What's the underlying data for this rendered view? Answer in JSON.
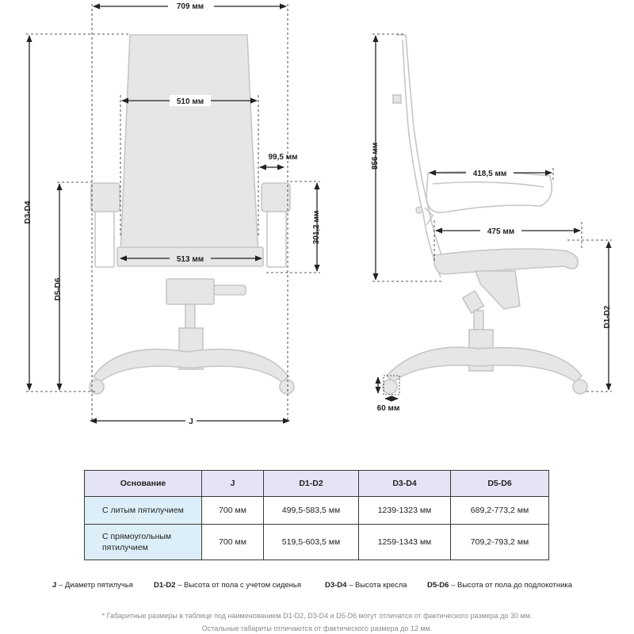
{
  "dimensions": {
    "overall_width": "709 мм",
    "backrest_width": "510 мм",
    "armrest_offset": "99,5 мм",
    "armrest_height": "301,2 мм",
    "seat_width": "513 мм",
    "base_diameter_label": "J",
    "total_height_label": "D3-D4",
    "armrest_floor_label": "D5-D6",
    "backrest_height": "856 мм",
    "seat_depth_upper": "418,5 мм",
    "seat_depth": "475 мм",
    "seat_floor_label": "D1-D2",
    "caster_size": "60 мм"
  },
  "table": {
    "headers": [
      "Основание",
      "J",
      "D1-D2",
      "D3-D4",
      "D5-D6"
    ],
    "rows": [
      {
        "label": "С литым пятилучием",
        "j": "700 мм",
        "d1d2": "499,5-583,5 мм",
        "d3d4": "1239-1323 мм",
        "d5d6": "689,2-773,2 мм"
      },
      {
        "label": "С прямоугольным пятилучием",
        "j": "700 мм",
        "d1d2": "519,5-603,5 мм",
        "d3d4": "1259-1343 мм",
        "d5d6": "709,2-793,2 мм"
      }
    ]
  },
  "legend": [
    {
      "key": "J",
      "text": " – Диаметр пятилучья"
    },
    {
      "key": "D1-D2",
      "text": " – Высота от пола с учетом сиденья"
    },
    {
      "key": "D3-D4",
      "text": " – Высота кресла"
    },
    {
      "key": "D5-D6",
      "text": " – Высота от пола до подлокотника"
    }
  ],
  "notes": [
    "* Габаритные размеры в таблице под наименованием D1-D2, D3-D4 и D5-D6 могут отличатся от фактического размера до 30 мм.",
    "Остальные габариты отличаются от фактического размера до 12 мм."
  ],
  "colors": {
    "chair_outline": "#c6c6c6",
    "chair_fill": "#e6e6e6",
    "dimension_line": "#222222",
    "header_bg": "#e4e4f4",
    "row_label_bg": "#dceff8"
  }
}
